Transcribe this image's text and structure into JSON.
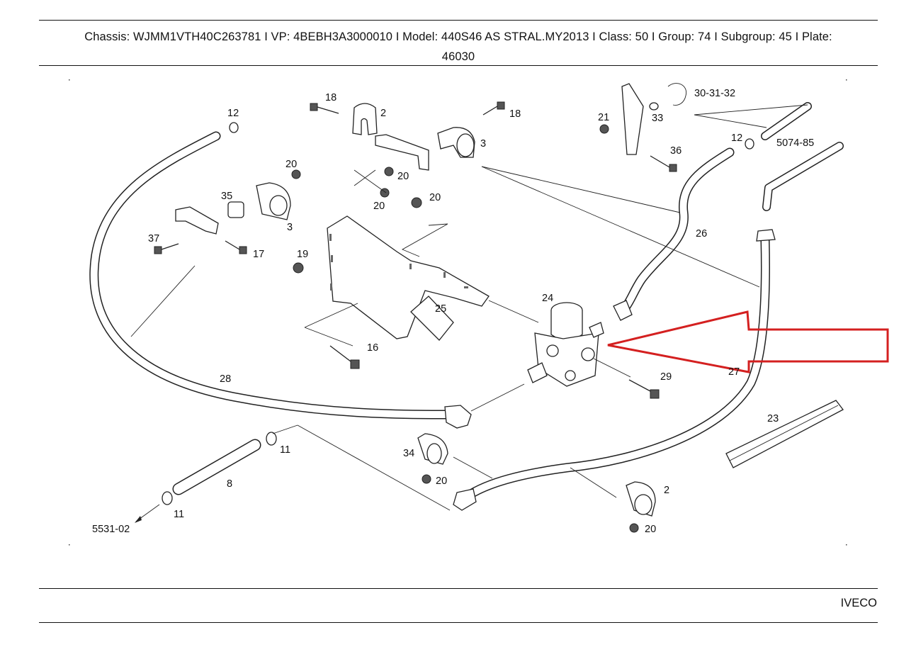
{
  "header": {
    "line1": "Chassis: WJMM1VTH40C263781 I VP: 4BEBH3A3000010 I Model: 440S46 AS STRAL.MY2013 I Class: 50 I Group: 74 I Subgroup: 45 I Plate:",
    "line2": "46030"
  },
  "footer": {
    "brand": "IVECO"
  },
  "callouts": {
    "c12a": "12",
    "c18a": "18",
    "c2a": "2",
    "c18b": "18",
    "c3a": "3",
    "c21": "21",
    "c33": "33",
    "c303132": "30-31-32",
    "c36": "36",
    "c12b": "12",
    "c507485": "5074-85",
    "c20a": "20",
    "c20b": "20",
    "c20c": "20",
    "c20d": "20",
    "c35": "35",
    "c3b": "3",
    "c37": "37",
    "c17": "17",
    "c19": "19",
    "c26": "26",
    "c24": "24",
    "c25": "25",
    "c16": "16",
    "c29": "29",
    "c27": "27",
    "c28": "28",
    "c23": "23",
    "c11a": "11",
    "c8": "8",
    "c34": "34",
    "c20e": "20",
    "c2b": "2",
    "c20f": "20",
    "c11b": "11",
    "c553102": "5531-02"
  },
  "colors": {
    "highlight_arrow": "#d42020",
    "line": "#222222"
  }
}
